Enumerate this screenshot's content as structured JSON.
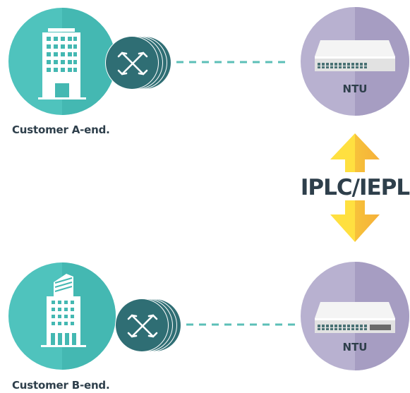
{
  "customer_a": {
    "caption": "Customer A-end."
  },
  "customer_b": {
    "caption": "Customer B-end."
  },
  "ntu_a": {
    "label": "NTU"
  },
  "ntu_b": {
    "label": "NTU"
  },
  "link": {
    "label": "IPLC/IEPL"
  },
  "colors": {
    "building_circle": "#4fc3bd",
    "building_circle_shade": "#3fb3ad",
    "router": "#2f6e74",
    "ntu_circle": "#b8b1d0",
    "ntu_circle_shade": "#a69dc2",
    "dashed_line": "#5cbfb7",
    "arrow": "#f7c72a",
    "text_dark": "#2e3f4b"
  },
  "icons": {
    "building_a": "office-building-icon",
    "building_b": "office-tower-icon",
    "router": "router-cross-arrows-icon",
    "ntu": "network-switch-icon",
    "link": "double-arrow-icon"
  }
}
